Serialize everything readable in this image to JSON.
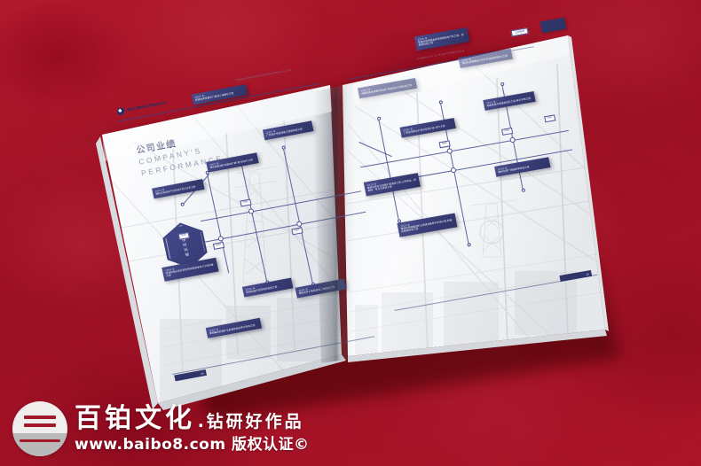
{
  "background": {
    "color": "#ab1228",
    "description": "red-textured-backdrop"
  },
  "watermark": {
    "brand_cn": "百铂文化",
    "separator": ".",
    "tagline_cn": "钻研好作品",
    "site_line": "www.baibo8.com 版权认证©",
    "logo_name": "baibo-logo"
  },
  "brochure": {
    "left_page": {
      "logo": {
        "company_cn": "成都兴通铁路工程有限公司",
        "company_en": "Chengdu XingTong Railway Engineering Co.,LTD"
      },
      "title_cn": "公司业绩",
      "title_en_line1": "COMPANY'S",
      "title_en_line2": "PERFORMANCE",
      "badge_label": "业绩时间轴",
      "page_number": "09",
      "cards": [
        {
          "year": "2007 年",
          "text": "新建甘肃至重庆门源铁三电解化工程"
        },
        {
          "year": "2007 年",
          "text": "广西南宁铁道运输工程局改造工程"
        },
        {
          "year": "2005 年",
          "text": "贵州阳新煤矿铁路改扩建\"铜\"改电气工程"
        },
        {
          "year": "2003 年",
          "text": "攀枝花铁道电气化改造工程·02号工程"
        },
        {
          "year": "2004 年",
          "text": "改津铁路总站东至昆明铁路通信电力工程改建工程"
        },
        {
          "year": "2006 年",
          "text": "黄南铁路矿区配电及改造工程"
        },
        {
          "year": "2004 年",
          "text": "攀枝花矿扩能改造及二电改造工程"
        },
        {
          "year": "2007 年",
          "text": "攀钢集团西昌矿业自备铁路及牵引变电工程"
        }
      ],
      "year_chips": [
        "2003",
        "2004",
        "2005",
        "2006"
      ]
    },
    "right_page": {
      "header_en": "COMPANY'S PERFORMANCE",
      "corner_tab_label": "公司业绩",
      "page_number": "10",
      "cards": [
        {
          "year": "2005 年",
          "text": "成都铁路局成都供电段扩能改造及工程改造工程"
        },
        {
          "year": "2008 年",
          "text": "攀枝花钢铁集团公司矿区增容改造电力工程"
        },
        {
          "year": "2009 年",
          "text": "新建内昆铁路宜宾至昭通段电气化工程、接触网改造工程"
        },
        {
          "year": "2009 年",
          "text": "广西金海铝业扩能及改造工程·电气工程"
        },
        {
          "year": "2011 年",
          "text": "海南铁路洋浦港货运区工程·牵引变电工程"
        },
        {
          "year": "2010 年",
          "text": "攀枝花新白马铁路扩能增效工程·三变电站、接触网、电力及通信工程"
        },
        {
          "year": "2010 年",
          "text": "攀枝花钢厂铁路配电改造工程"
        },
        {
          "year": "2010 年",
          "text": "攀枝花钢铁集团矿山铁道自备牵引变电工程·新建接触网供电工程"
        }
      ],
      "year_chips": [
        "2008",
        "2009",
        "2010",
        "2011"
      ]
    }
  }
}
